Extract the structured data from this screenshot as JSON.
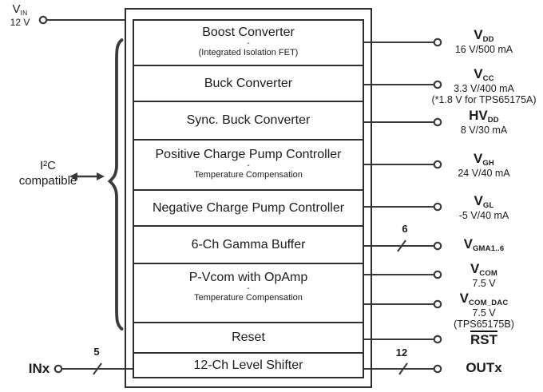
{
  "inputs": {
    "vin": {
      "sym": "V",
      "sub": "IN",
      "value": "12 V"
    },
    "inx": {
      "label": "INx",
      "bus": "5"
    }
  },
  "i2c": {
    "line1": "I²C",
    "line2": "compatible"
  },
  "blocks": [
    {
      "title": "Boost Converter",
      "dash": "-",
      "subtitle": "(Integrated Isolation FET)"
    },
    {
      "title": "Buck Converter"
    },
    {
      "title": "Sync. Buck Converter"
    },
    {
      "title": "Positive Charge Pump Controller",
      "dash": "-",
      "subtitle": "Temperature Compensation"
    },
    {
      "title": "Negative Charge Pump Controller"
    },
    {
      "title": "6-Ch Gamma Buffer"
    },
    {
      "title": "P-Vcom with OpAmp",
      "dash": "-",
      "subtitle": "Temperature Compensation"
    },
    {
      "title": "Reset"
    },
    {
      "title": "12-Ch Level Shifter"
    }
  ],
  "outputs": [
    {
      "sym": "V",
      "sub": "DD",
      "line2": "16 V/500 mA"
    },
    {
      "sym": "V",
      "sub": "CC",
      "line2": "3.3 V/400 mA",
      "line3": "(*1.8 V for TPS65175A)"
    },
    {
      "sym": "HV",
      "sub": "DD",
      "line2": "8 V/30 mA"
    },
    {
      "sym": "V",
      "sub": "GH",
      "line2": "24 V/40 mA"
    },
    {
      "sym": "V",
      "sub": "GL",
      "line2": "-5 V/40 mA"
    },
    {
      "sym": "V",
      "sub": "GMA1..6",
      "bus": "6"
    },
    {
      "sym": "V",
      "sub": "COM",
      "line2": "7.5 V"
    },
    {
      "sym": "V",
      "sub": "COM_DAC",
      "line2": "7.5 V",
      "line3": "(TPS65175B)"
    },
    {
      "sym": "RST"
    },
    {
      "sym": "OUTx",
      "bus": "12"
    }
  ],
  "colors": {
    "line": "#3a3a3a",
    "text": "#1b1b1b",
    "background": "#ffffff"
  }
}
